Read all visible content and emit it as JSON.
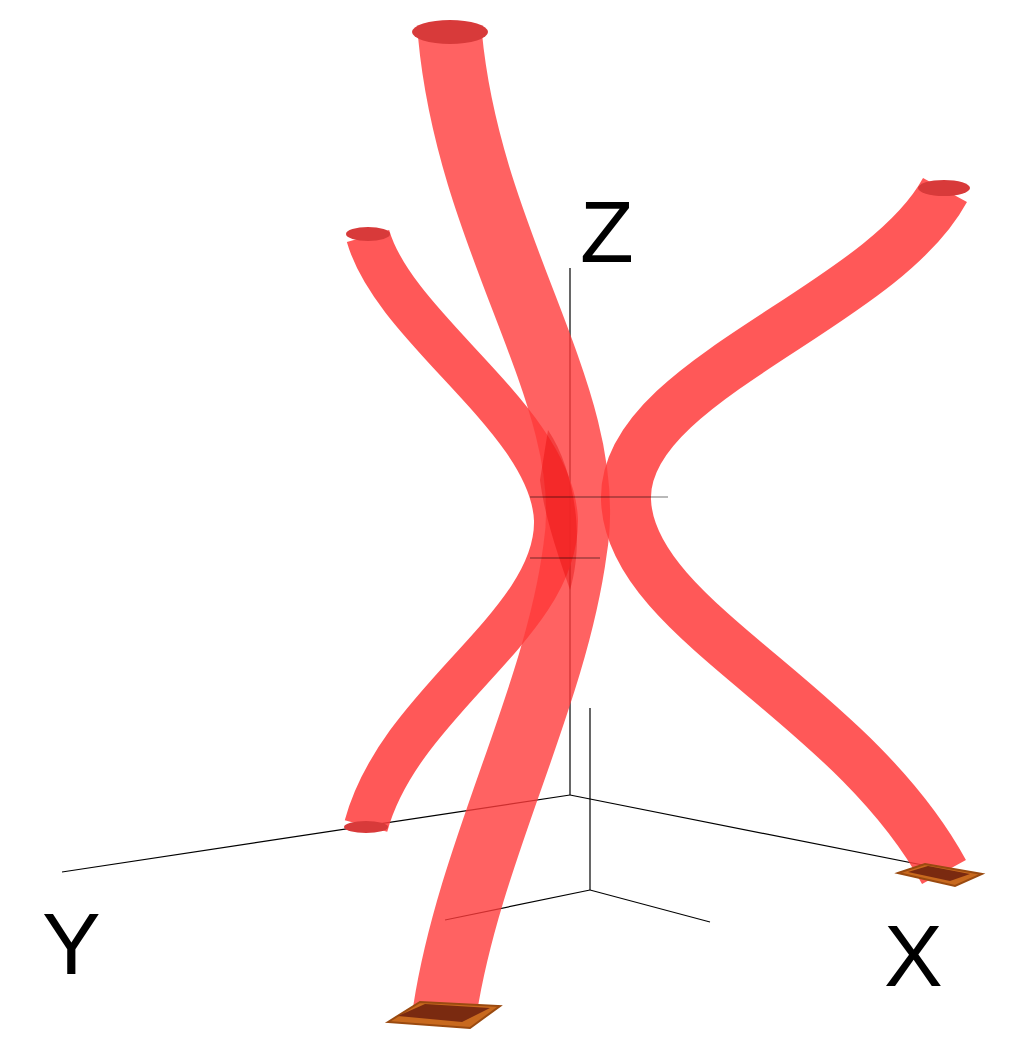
{
  "diagram": {
    "labels": [
      "Z",
      "Y",
      "X"
    ]
  }
}
